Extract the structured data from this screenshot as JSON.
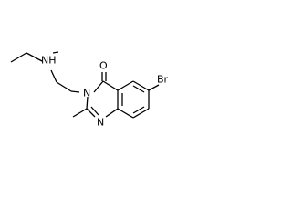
{
  "molecule": {
    "atom_labels": {
      "nh": "NH",
      "n3": "N",
      "n1": "N",
      "o": "O",
      "br": "Br"
    }
  }
}
